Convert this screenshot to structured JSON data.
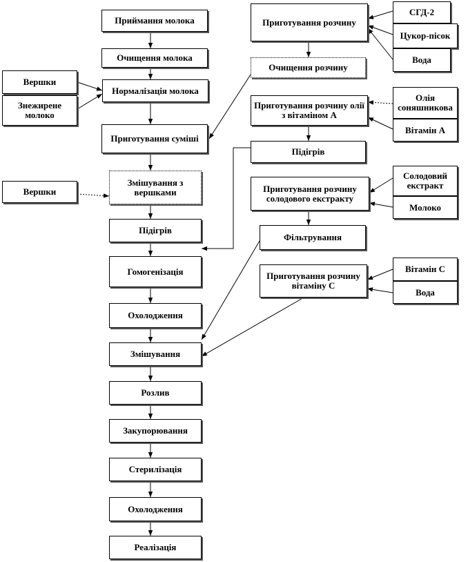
{
  "main_chain": {
    "milk_receiving": "Приймання молока",
    "milk_cleaning": "Очищення молока",
    "normalization": "Нормалізація  молока",
    "mixture_prep": "Приготування суміші",
    "cream_mixing": "Змішування  з вершками",
    "heating": "Підігрів",
    "homogenization": "Гомогенізація",
    "cooling_1": "Охолодження",
    "mixing": "Змішування",
    "bottling": "Розлив",
    "capping": "Закупорювання",
    "sterilization": "Стерилізація",
    "cooling_2": "Охолодження",
    "sale": "Реалізація"
  },
  "inputs_left": {
    "cream_1": "Вершки",
    "skim_milk": "Знежирене молоко",
    "cream_2": "Вершки"
  },
  "right_chain": {
    "solution_prep": "Приготування розчину",
    "solution_cleaning": "Очищення розчину",
    "oil_vitamin_a": "Приготування розчину олії  з вітаміном  А",
    "heating": "Підігрів",
    "malt_solution": "Приготування розчину солодового екстракту",
    "filtering": "Фільтрування",
    "vitamin_c_solution": "Приготування розчину вітаміну  С"
  },
  "inputs_right": {
    "sgd2": "СГД-2",
    "sugar": "Цукор-пісок",
    "water_1": "Вода",
    "sunflower_oil": "Олія соняшникова",
    "vitamin_a": "Вітамін  А",
    "malt_extract": "Солодовий екстракт",
    "milk": "Молоко",
    "vitamin_c": "Вітамін  С",
    "water_2": "Вода"
  }
}
